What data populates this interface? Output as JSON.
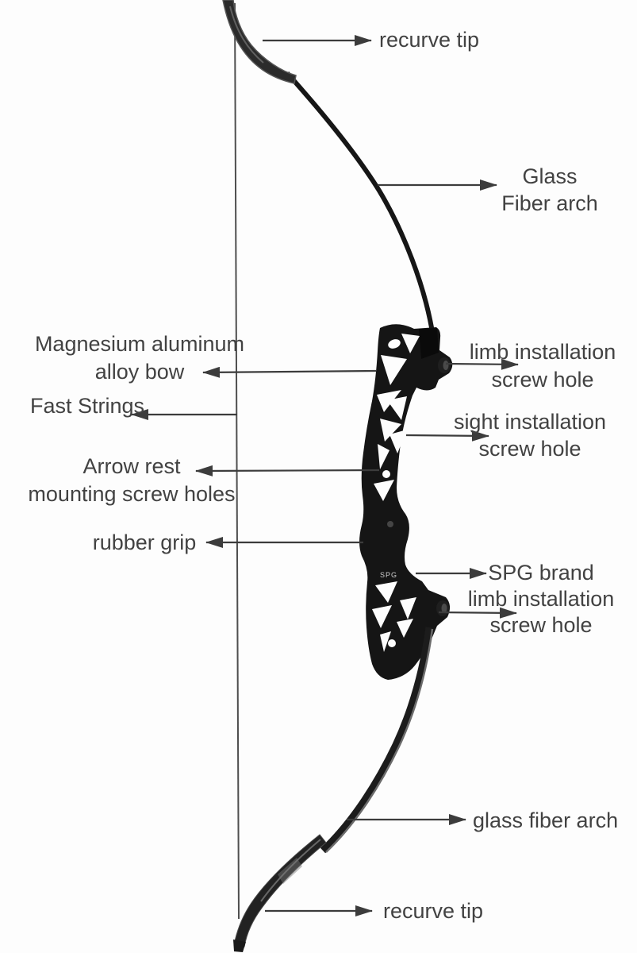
{
  "diagram": {
    "subject": "recurve bow parts diagram",
    "brand_logo": "SPG",
    "labels": {
      "recurve_tip_top": "recurve tip",
      "glass_fiber_arch_top": {
        "line1": "Glass",
        "line2": "Fiber arch"
      },
      "magnesium_alloy_bow": {
        "line1": "Magnesium aluminum",
        "line2": "alloy bow"
      },
      "fast_strings": "Fast Strings",
      "arrow_rest": {
        "line1": "Arrow rest",
        "line2": "mounting screw holes"
      },
      "rubber_grip": "rubber grip",
      "limb_installation_top": {
        "line1": "limb installation",
        "line2": "screw hole"
      },
      "sight_installation": {
        "line1": "sight installation",
        "line2": "screw hole"
      },
      "spg_limb_installation": {
        "line1": "SPG brand",
        "line2": "limb installation",
        "line3": "screw hole"
      },
      "glass_fiber_arch_bottom": "glass fiber arch",
      "recurve_tip_bottom": "recurve tip"
    },
    "colors": {
      "label_text": "#424242",
      "arrow": "#3c3c3c",
      "bow_black": "#151515",
      "limb_highlight": "#6b6b6b",
      "background": "#fdfdfd"
    }
  }
}
